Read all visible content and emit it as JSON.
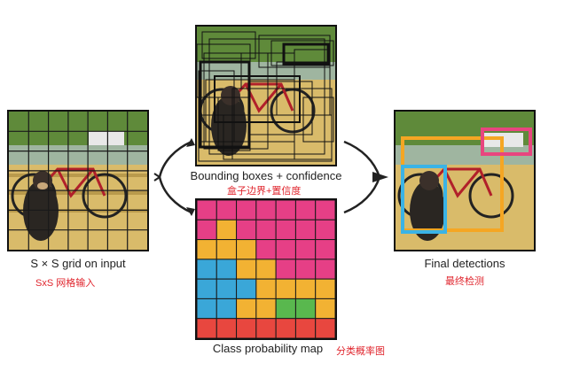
{
  "captions": {
    "input": "S × S grid on input",
    "input_zh": "SxS 网格输入",
    "bbox": "Bounding boxes + confidence",
    "bbox_zh": "盒子边界+置信度",
    "classmap": "Class probability map",
    "classmap_zh": "分类概率图",
    "final": "Final detections",
    "final_zh": "最终检测"
  },
  "colors": {
    "grid_line": "#1a1a1a",
    "class_pink": "#e63f86",
    "class_yellow": "#f2b233",
    "class_blue": "#3aa7d8",
    "class_green": "#59b84e",
    "class_red": "#e8473f",
    "box_orange": "#f5a623",
    "box_blue": "#3ab3e6",
    "box_pink": "#e8457f",
    "caption_zh": "#e0262e"
  },
  "class_grid": [
    [
      "pink",
      "pink",
      "pink",
      "pink",
      "pink",
      "pink",
      "pink"
    ],
    [
      "pink",
      "yellow",
      "pink",
      "pink",
      "pink",
      "pink",
      "pink"
    ],
    [
      "yellow",
      "yellow",
      "yellow",
      "pink",
      "pink",
      "pink",
      "pink"
    ],
    [
      "blue",
      "blue",
      "yellow",
      "yellow",
      "pink",
      "pink",
      "pink"
    ],
    [
      "blue",
      "blue",
      "blue",
      "yellow",
      "yellow",
      "yellow",
      "yellow"
    ],
    [
      "blue",
      "blue",
      "yellow",
      "yellow",
      "green",
      "green",
      "yellow"
    ],
    [
      "red",
      "red",
      "red",
      "red",
      "red",
      "red",
      "red"
    ]
  ]
}
